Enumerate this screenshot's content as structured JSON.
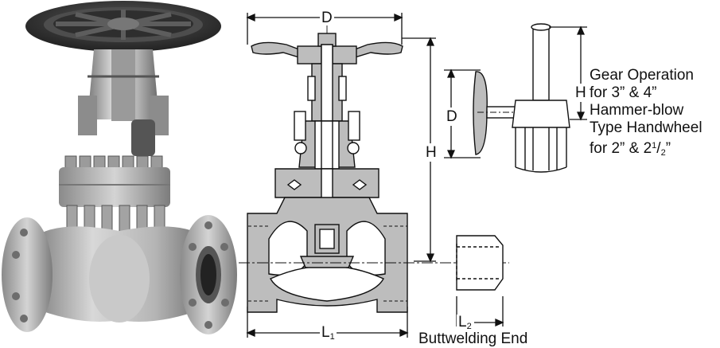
{
  "dimensions": {
    "D_main": "D",
    "H_main": "H",
    "L1_letter": "L",
    "L1_subscript": "1",
    "D_gear": "D",
    "H_gear": "H",
    "L2_letter": "L",
    "L2_subscript": "2"
  },
  "captions": {
    "buttwelding": "Buttwelding End"
  },
  "note": {
    "line1": "Gear Operation",
    "line2": "for 3” & 4”",
    "line3": "Hammer-blow",
    "line4": "Type Handwheel",
    "line5_prefix": "for 2” & 2",
    "line5_sup": "1",
    "line5_slash": "/",
    "line5_sub": "2",
    "line5_suffix": "”"
  },
  "colors": {
    "metal_light": "#cfcfcf",
    "metal_dark": "#6f6f6f",
    "handwheel": "#3c3c3c",
    "section_fill": "#bdbdbd",
    "line": "#111111"
  }
}
